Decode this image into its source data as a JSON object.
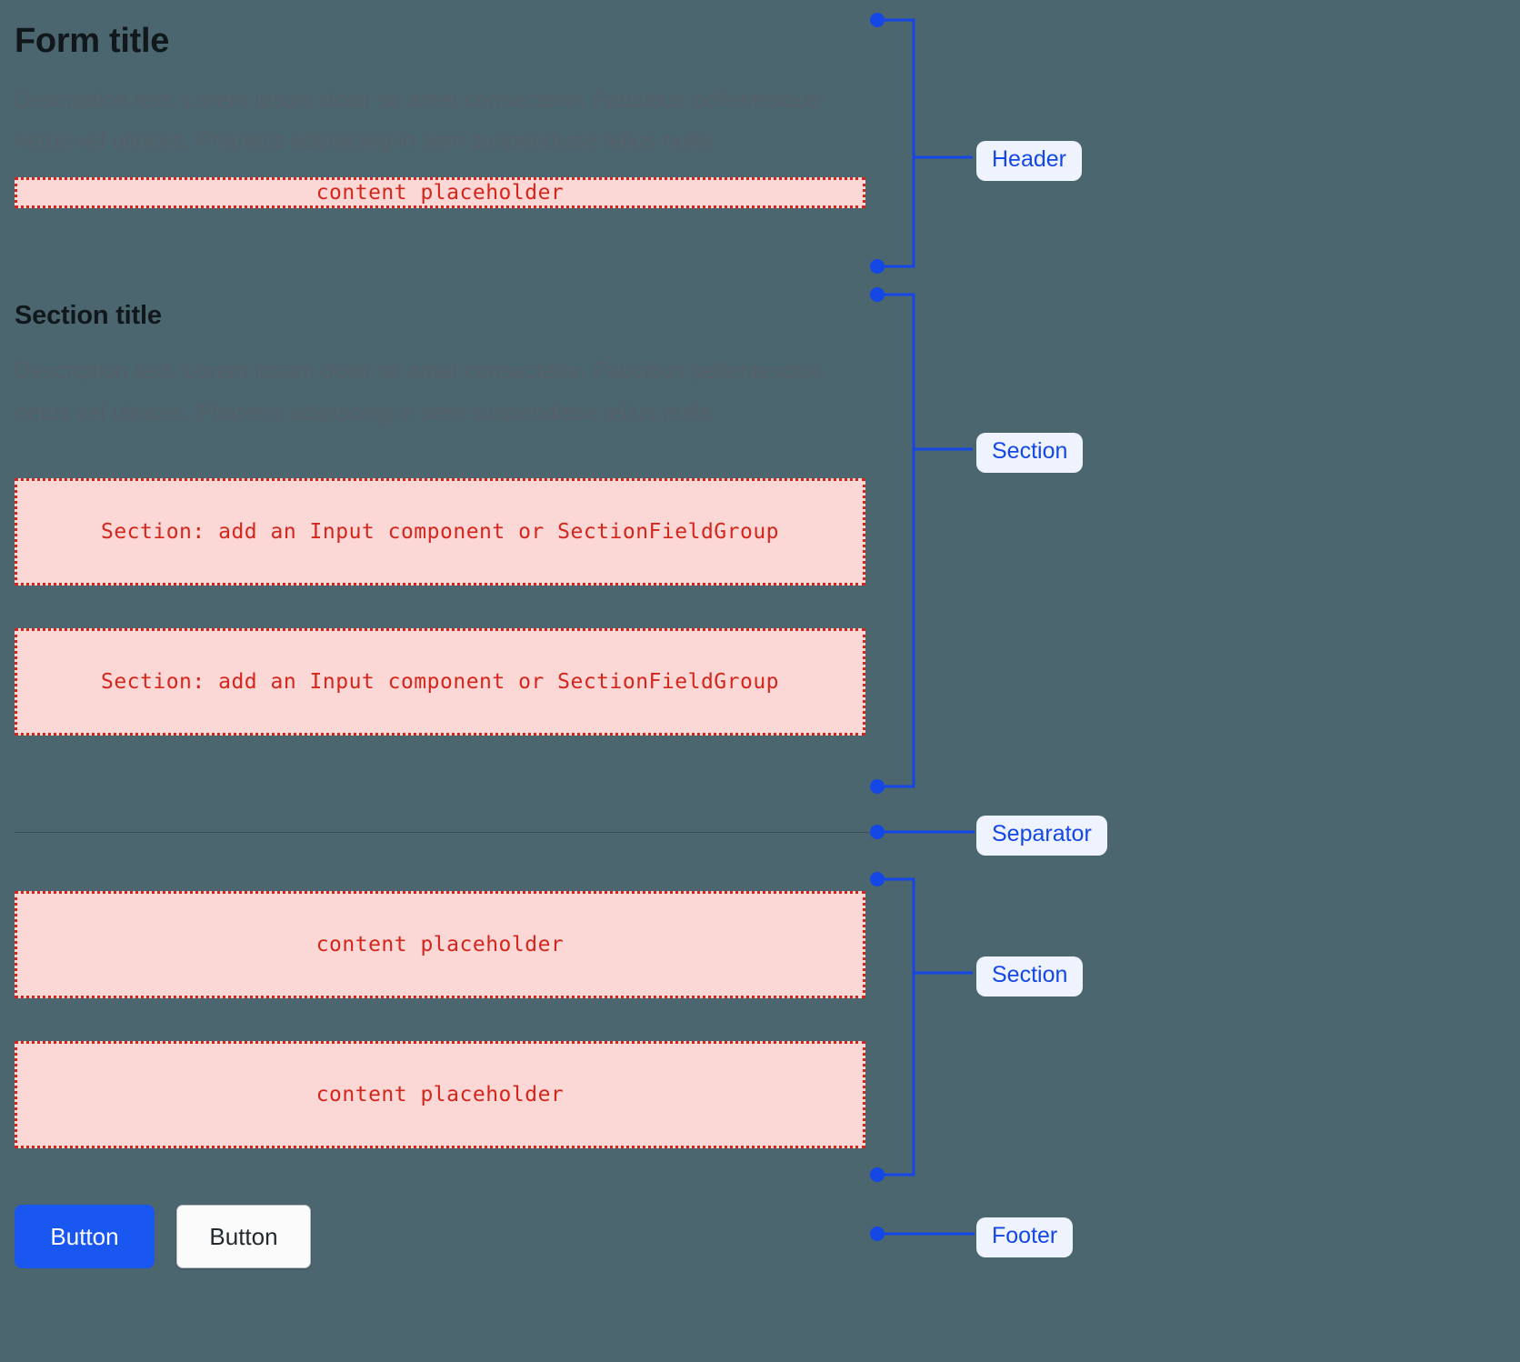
{
  "theme": {
    "background": "#4c6670",
    "annotation_accent": "#1447e6",
    "annotation_badge_bg": "#eef3fe",
    "placeholder_fill": "#fbd7d5",
    "placeholder_border": "#d0261b",
    "placeholder_text": "#d4261c",
    "primary_button_bg": "#1a56f0",
    "secondary_button_bg": "#fbfbfb",
    "title_color": "#11181c",
    "description_color": "#556068",
    "separator_color": "#59646c"
  },
  "header": {
    "title": "Form title",
    "description": "Description text. Lorem ipsum dolor sit amet consectetur. Faucibus pellentesque netus vel ultrices. Pharetra adipiscing in sem suspendisse tellus nulla.",
    "placeholder": "content placeholder"
  },
  "section_one": {
    "title": "Section title",
    "description": "Description text. Lorem ipsum dolor sit amet consectetur. Faucibus pellentesque netus vel ultrices. Pharetra adipiscing in sem suspendisse tellus nulla.",
    "field_placeholder_1": "Section: add an Input component or SectionFieldGroup",
    "field_placeholder_2": "Section: add an Input component or SectionFieldGroup"
  },
  "section_two": {
    "placeholder_1": "content placeholder",
    "placeholder_2": "content placeholder"
  },
  "footer": {
    "primary_button": "Button",
    "secondary_button": "Button"
  },
  "annotations": {
    "header_label": "Header",
    "section_one_label": "Section",
    "separator_label": "Separator",
    "section_two_label": "Section",
    "footer_label": "Footer"
  }
}
